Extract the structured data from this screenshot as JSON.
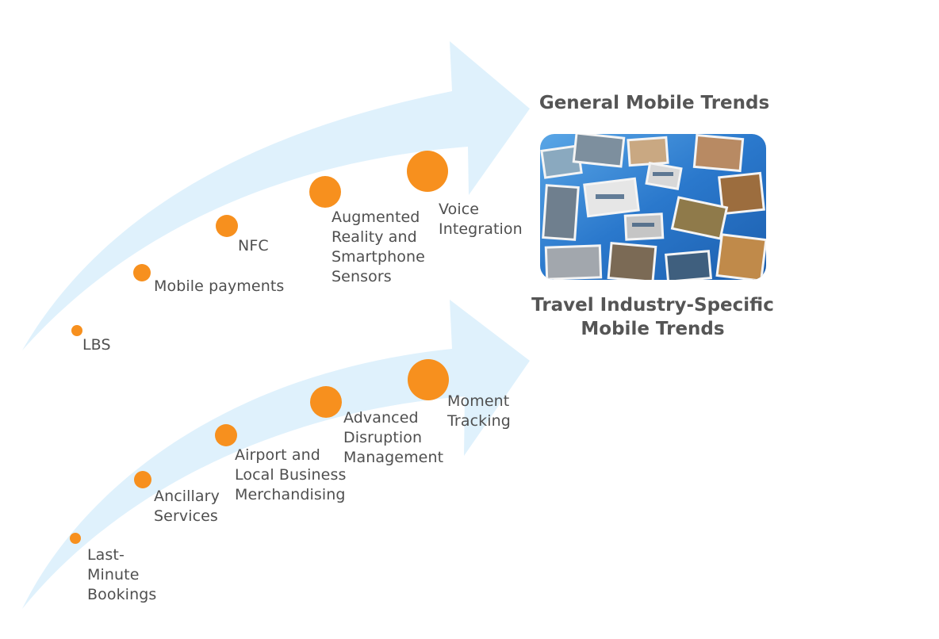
{
  "headings": {
    "general": "General Mobile Trends",
    "travel": "Travel Industry-Specific\nMobile Trends"
  },
  "general_trends": [
    "LBS",
    "Mobile payments",
    "NFC",
    "Augmented\nReality and\nSmartphone\nSensors",
    "Voice\nIntegration"
  ],
  "travel_trends": [
    "Last-\nMinute\nBookings",
    "Ancillary\nServices",
    "Airport and\nLocal Business\nMerchandising",
    "Advanced\nDisruption\nManagement",
    "Moment\nTracking"
  ],
  "colors": {
    "arrow": "#dff1fc",
    "dot": "#f7901e",
    "text": "#4f4f4f",
    "heading": "#555555",
    "photo_sky": "#2f7fd0"
  }
}
